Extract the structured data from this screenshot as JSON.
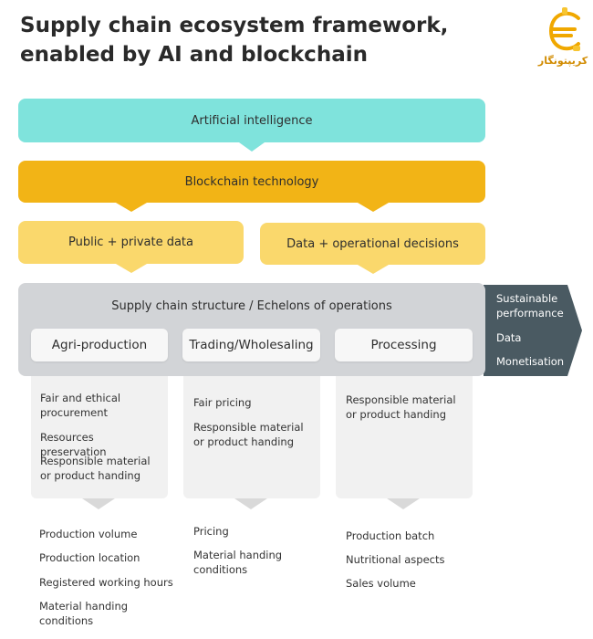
{
  "title": "Supply chain ecosystem framework, enabled by AI and blockchain",
  "logo": {
    "text": "کریپتونگار"
  },
  "colors": {
    "ai": "#7fe3dc",
    "blockchain": "#f2b416",
    "data_boxes": "#fad86c",
    "structure": "#d2d4d7",
    "outcomes_arrow": "#4a5a62"
  },
  "layers": {
    "ai": "Artificial intelligence",
    "blockchain": "Blockchain technology",
    "public_private": "Public + private data",
    "data_operational": "Data + operational decisions"
  },
  "structure": {
    "label": "Supply chain structure / Echelons of operations",
    "echelons": [
      {
        "name": "Agri-production",
        "items": [
          "Fair and ethical procurement",
          "Resources preservation",
          "Responsible material or product handing"
        ],
        "outputs": [
          "Production volume",
          "Production location",
          "Registered working hours",
          "Material handing conditions"
        ]
      },
      {
        "name": "Trading/Wholesaling",
        "items": [
          "Fair pricing",
          "Responsible material or product handing"
        ],
        "outputs": [
          "Pricing",
          "Material handing conditions"
        ]
      },
      {
        "name": "Processing",
        "items": [
          "Responsible material or product handing"
        ],
        "outputs": [
          "Production batch",
          "Nutritional aspects",
          "Sales volume"
        ]
      }
    ]
  },
  "outcomes": [
    "Sustainable performance",
    "Data",
    "Monetisation"
  ]
}
